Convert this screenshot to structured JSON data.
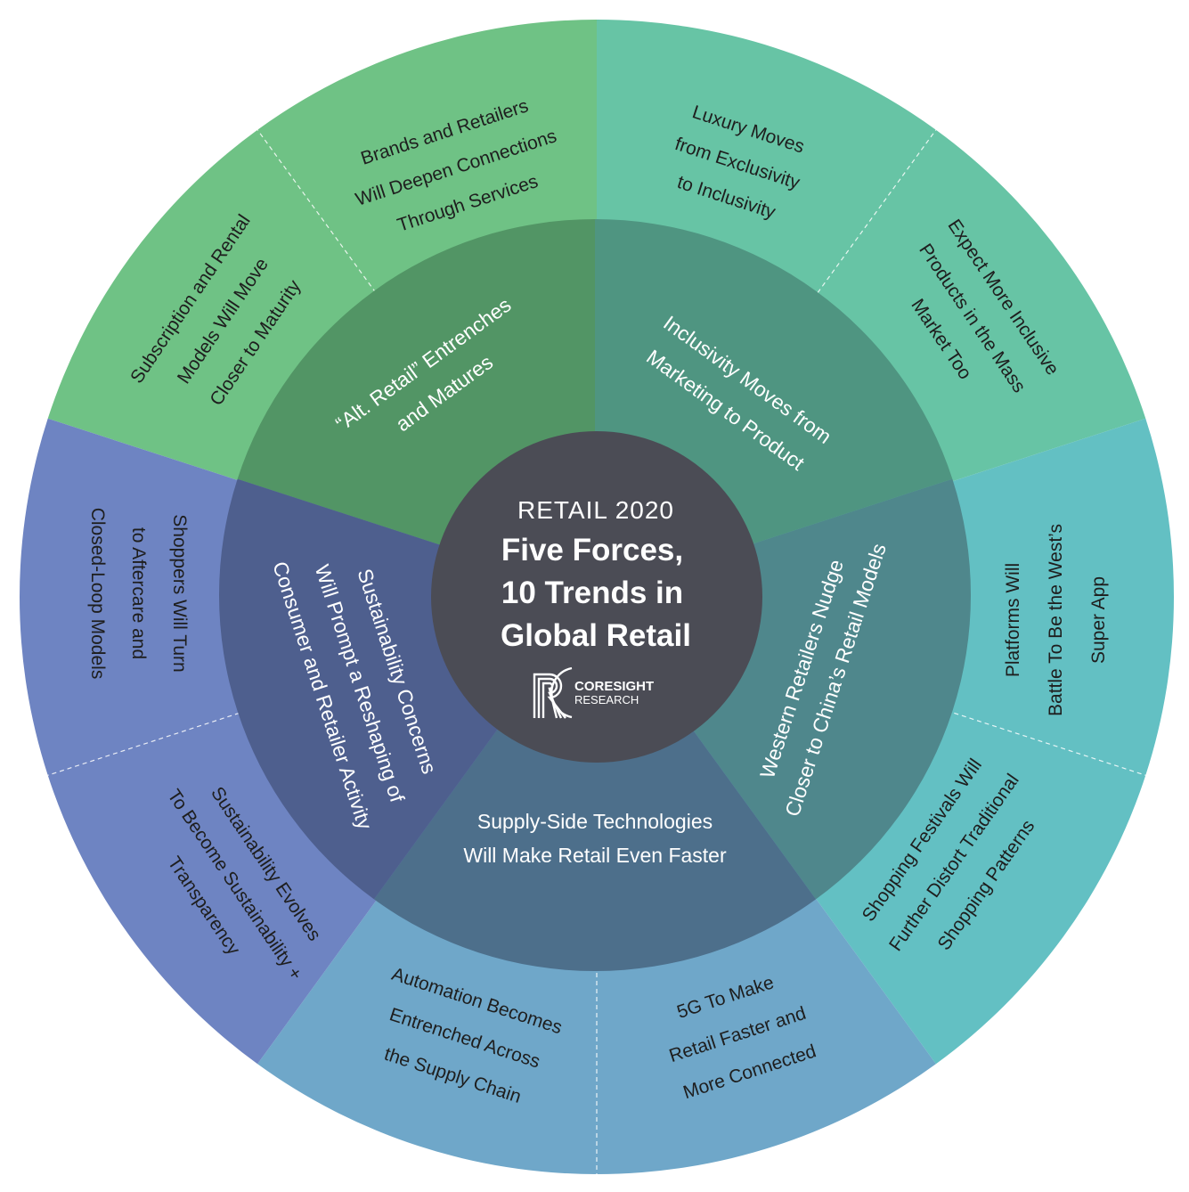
{
  "center": {
    "subtitle": "RETAIL 2020",
    "title_lines": [
      "Five Forces,",
      "10 Trends in",
      "Global Retail"
    ],
    "logo_name": "CORESIGHT",
    "logo_sub": "RESEARCH"
  },
  "forces": [
    {
      "id": "alt-retail",
      "label_lines": [
        "“Alt. Retail” Entrenches",
        "and Matures"
      ],
      "colors": {
        "outer": "#6fc285",
        "inner": "#529565"
      },
      "trends": [
        {
          "id": "subscription",
          "lines": [
            "Subscription and Rental",
            "Models Will Move",
            "Closer to Maturity"
          ]
        },
        {
          "id": "services",
          "lines": [
            "Brands and Retailers",
            "Will Deepen Connections",
            "Through Services"
          ]
        }
      ]
    },
    {
      "id": "inclusivity",
      "label_lines": [
        "Inclusivity Moves from",
        "Marketing to Product"
      ],
      "colors": {
        "outer": "#67c4a5",
        "inner": "#4f9581"
      },
      "trends": [
        {
          "id": "luxury",
          "lines": [
            "Luxury Moves",
            "from Exclusivity",
            "to Inclusivity"
          ]
        },
        {
          "id": "mass-market",
          "lines": [
            "Expect More Inclusive",
            "Products in the Mass",
            "Market Too"
          ]
        }
      ]
    },
    {
      "id": "china-models",
      "label_lines": [
        "Western Retailers Nudge",
        "Closer to China’s Retail Models"
      ],
      "colors": {
        "outer": "#63c0c3",
        "inner": "#4f878c"
      },
      "trends": [
        {
          "id": "super-app",
          "lines": [
            "Platforms Will",
            "Battle To Be the West’s",
            "Super App"
          ]
        },
        {
          "id": "festivals",
          "lines": [
            "Shopping Festivals Will",
            "Further Distort Traditional",
            "Shopping Patterns"
          ]
        }
      ]
    },
    {
      "id": "supply-side",
      "label_lines": [
        "Supply-Side Technologies",
        "Will Make Retail Even Faster"
      ],
      "colors": {
        "outer": "#6fa7c9",
        "inner": "#4d6f8b"
      },
      "trends": [
        {
          "id": "5g",
          "lines": [
            "5G To Make",
            "Retail Faster and",
            "More Connected"
          ]
        },
        {
          "id": "automation",
          "lines": [
            "Automation Becomes",
            "Entrenched Across",
            "the Supply Chain"
          ]
        }
      ]
    },
    {
      "id": "sustainability",
      "label_lines": [
        "Sustainability Concerns",
        "Will Prompt a Reshaping of",
        "Consumer and Retailer Activity"
      ],
      "colors": {
        "outer": "#6e84c2",
        "inner": "#4e5f8e"
      },
      "trends": [
        {
          "id": "transparency",
          "lines": [
            "Sustainability Evolves",
            "To Become Sustainability +",
            "Transparency"
          ]
        },
        {
          "id": "aftercare",
          "lines": [
            "Shoppers Will Turn",
            "to Aftercare and",
            "Closed-Loop Models"
          ]
        }
      ]
    }
  ],
  "center_color": "#4b4c55",
  "divider_color": "#ffffff"
}
